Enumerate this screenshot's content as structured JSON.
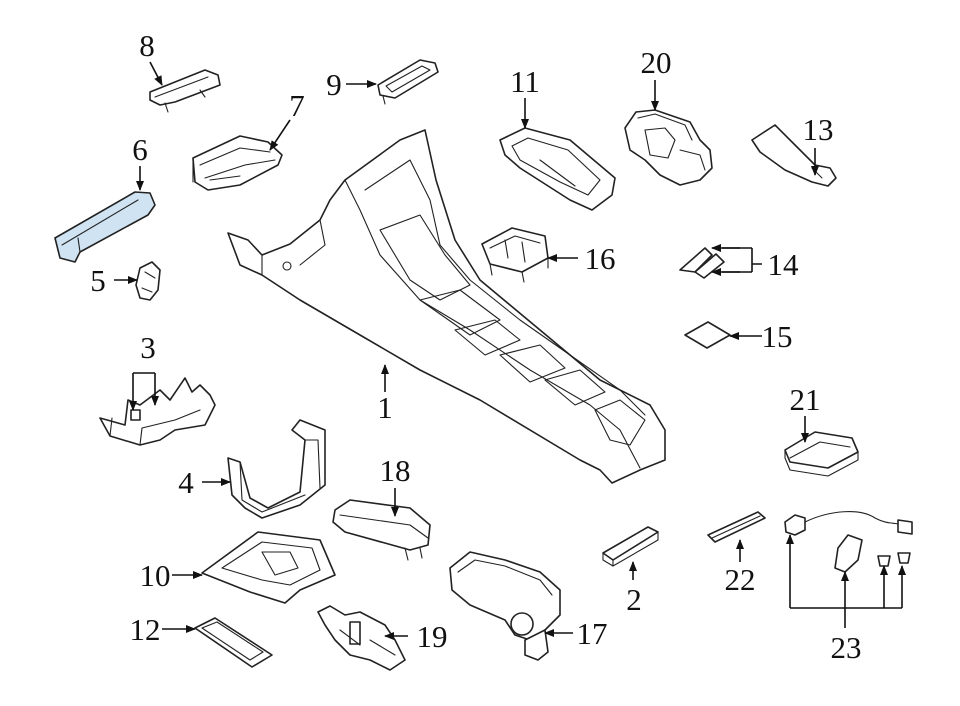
{
  "colors": {
    "highlight": "#cfe3f2",
    "line": "#222222",
    "background": "#ffffff"
  },
  "callouts": [
    "1",
    "2",
    "3",
    "4",
    "5",
    "6",
    "7",
    "8",
    "9",
    "10",
    "11",
    "12",
    "13",
    "14",
    "15",
    "16",
    "17",
    "18",
    "19",
    "20",
    "21",
    "22",
    "23"
  ],
  "highlighted_part": "6"
}
